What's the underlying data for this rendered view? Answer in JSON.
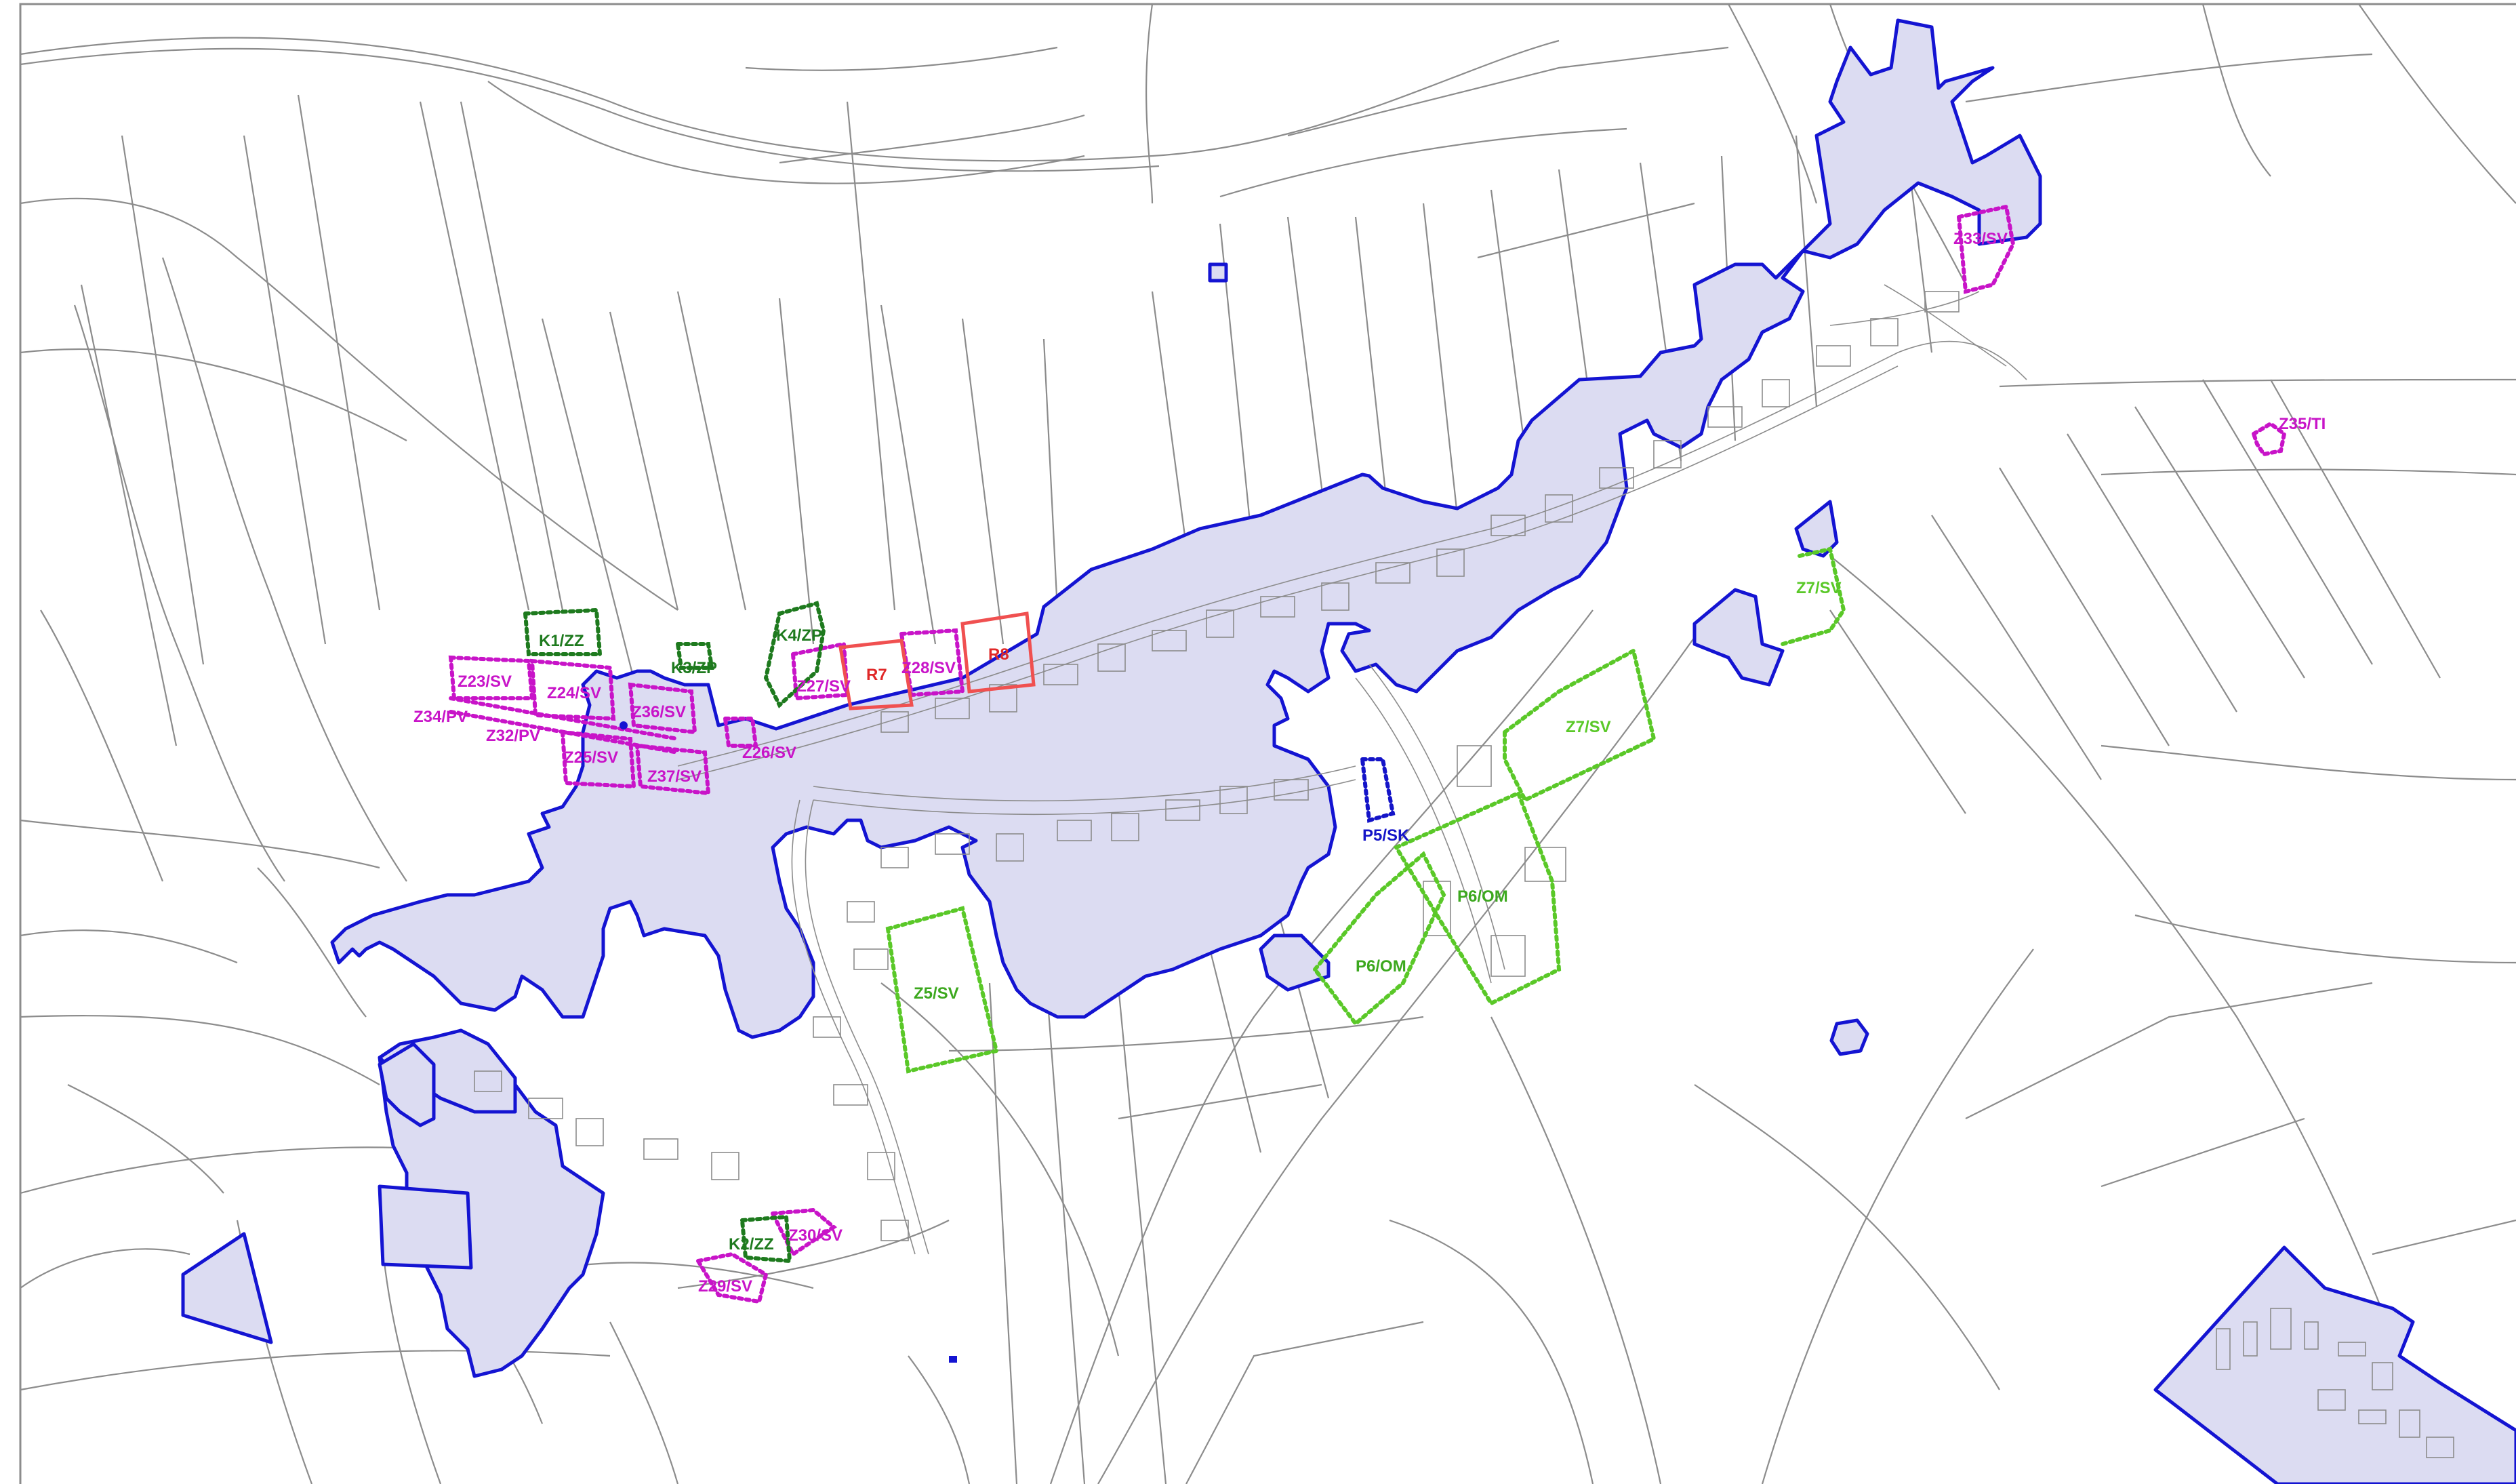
{
  "map": {
    "colors": {
      "parcel_line": "#8c8c8c",
      "settlement_fill": "#dcdcf2",
      "settlement_border": "#1414d2",
      "magenta": "#c814c8",
      "dark_green": "#1e7a1e",
      "light_green": "#5ac828",
      "red": "#f05050",
      "blue_label": "#1414c8"
    },
    "zone_labels": [
      {
        "id": "z33",
        "text": "Z33/SV",
        "color": "magenta"
      },
      {
        "id": "z35",
        "text": "Z35/TI",
        "color": "magenta"
      },
      {
        "id": "z7a",
        "text": "Z7/SV",
        "color": "light_green"
      },
      {
        "id": "z7b",
        "text": "Z7/SV",
        "color": "light_green"
      },
      {
        "id": "r7",
        "text": "R7",
        "color": "red"
      },
      {
        "id": "r8",
        "text": "R8",
        "color": "red"
      },
      {
        "id": "k1",
        "text": "K1/ZZ",
        "color": "dark_green"
      },
      {
        "id": "k3",
        "text": "K3/ZP",
        "color": "dark_green"
      },
      {
        "id": "k4",
        "text": "K4/ZP",
        "color": "dark_green"
      },
      {
        "id": "z23",
        "text": "Z23/SV",
        "color": "magenta"
      },
      {
        "id": "z24",
        "text": "Z24/SV",
        "color": "magenta"
      },
      {
        "id": "z28",
        "text": "Z28/SV",
        "color": "magenta"
      },
      {
        "id": "z27",
        "text": "Z27/SV",
        "color": "magenta"
      },
      {
        "id": "z36",
        "text": "Z36/SV",
        "color": "magenta"
      },
      {
        "id": "z34",
        "text": "Z34/PV",
        "color": "magenta"
      },
      {
        "id": "z32",
        "text": "Z32/PV",
        "color": "magenta"
      },
      {
        "id": "z26",
        "text": "Z26/SV",
        "color": "magenta"
      },
      {
        "id": "z25",
        "text": "Z25/SV",
        "color": "magenta"
      },
      {
        "id": "z37",
        "text": "Z37/SV",
        "color": "magenta"
      },
      {
        "id": "p5",
        "text": "P5/SK",
        "color": "blue_label"
      },
      {
        "id": "p6a",
        "text": "P6/OM",
        "color": "light_green"
      },
      {
        "id": "p6b",
        "text": "P6/OM",
        "color": "light_green"
      },
      {
        "id": "z5",
        "text": "Z5/SV",
        "color": "light_green"
      },
      {
        "id": "k2",
        "text": "K2/ZZ",
        "color": "dark_green"
      },
      {
        "id": "z30",
        "text": "Z30/SV",
        "color": "magenta"
      },
      {
        "id": "z29",
        "text": "Z29/SV",
        "color": "magenta"
      }
    ]
  }
}
